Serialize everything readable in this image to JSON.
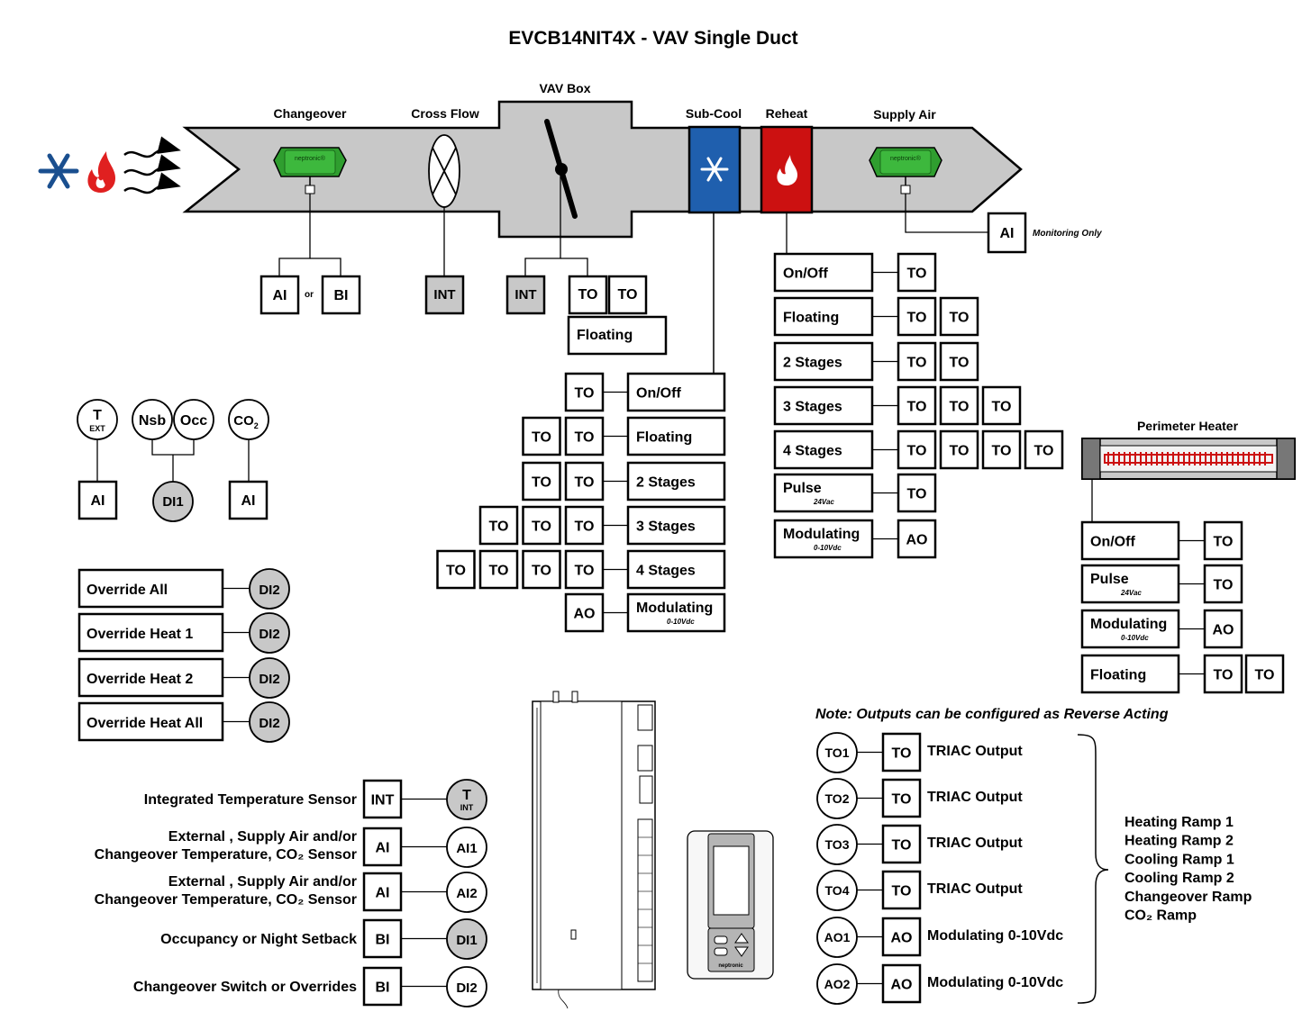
{
  "title": "EVCB14NIT4X - VAV Single Duct",
  "duct": {
    "vav_box": "VAV Box",
    "changeover": "Changeover",
    "cross_flow": "Cross Flow",
    "sub_cool": "Sub-Cool",
    "reheat": "Reheat",
    "supply_air": "Supply Air",
    "monitoring_only": "Monitoring Only",
    "sensor_brand": "neptronic®"
  },
  "changeover_io": {
    "ai": "AI",
    "or": "or",
    "bi": "BI"
  },
  "crossflow_io": {
    "int": "INT"
  },
  "damper_io": {
    "int": "INT",
    "to1": "TO",
    "to2": "TO",
    "floating": "Floating"
  },
  "supply_io": {
    "ai": "AI"
  },
  "subcool_options": [
    {
      "label": "On/Off",
      "sub": "",
      "outputs": [
        "TO"
      ]
    },
    {
      "label": "Floating",
      "sub": "",
      "outputs": [
        "TO",
        "TO"
      ]
    },
    {
      "label": "2 Stages",
      "sub": "",
      "outputs": [
        "TO",
        "TO"
      ]
    },
    {
      "label": "3 Stages",
      "sub": "",
      "outputs": [
        "TO",
        "TO",
        "TO"
      ]
    },
    {
      "label": "4 Stages",
      "sub": "",
      "outputs": [
        "TO",
        "TO",
        "TO",
        "TO"
      ]
    },
    {
      "label": "Modulating",
      "sub": "0-10Vdc",
      "outputs": [
        "AO"
      ]
    }
  ],
  "reheat_options": [
    {
      "label": "On/Off",
      "sub": "",
      "outputs": [
        "TO"
      ]
    },
    {
      "label": "Floating",
      "sub": "",
      "outputs": [
        "TO",
        "TO"
      ]
    },
    {
      "label": "2 Stages",
      "sub": "",
      "outputs": [
        "TO",
        "TO"
      ]
    },
    {
      "label": "3 Stages",
      "sub": "",
      "outputs": [
        "TO",
        "TO",
        "TO"
      ]
    },
    {
      "label": "4 Stages",
      "sub": "",
      "outputs": [
        "TO",
        "TO",
        "TO",
        "TO"
      ]
    },
    {
      "label": "Pulse",
      "sub": "24Vac",
      "outputs": [
        "TO"
      ]
    },
    {
      "label": "Modulating",
      "sub": "0-10Vdc",
      "outputs": [
        "AO"
      ]
    }
  ],
  "perimeter": {
    "title": "Perimeter Heater",
    "options": [
      {
        "label": "On/Off",
        "sub": "",
        "outputs": [
          "TO"
        ]
      },
      {
        "label": "Pulse",
        "sub": "24Vac",
        "outputs": [
          "TO"
        ]
      },
      {
        "label": "Modulating",
        "sub": "0-10Vdc",
        "outputs": [
          "AO"
        ]
      },
      {
        "label": "Floating",
        "sub": "",
        "outputs": [
          "TO",
          "TO"
        ]
      }
    ]
  },
  "sensors": {
    "t_ext": "T",
    "t_ext_sub": "EXT",
    "nsb": "Nsb",
    "occ": "Occ",
    "co2": "CO",
    "co2_sub": "2",
    "ai1": "AI",
    "di1": "DI1",
    "ai2": "AI"
  },
  "overrides": [
    {
      "label": "Override All",
      "input": "DI2"
    },
    {
      "label": "Override Heat 1",
      "input": "DI2"
    },
    {
      "label": "Override Heat 2",
      "input": "DI2"
    },
    {
      "label": "Override Heat All",
      "input": "DI2"
    }
  ],
  "inputs": [
    {
      "lines": [
        "Integrated Temperature Sensor"
      ],
      "type": "INT",
      "terminal": "T",
      "terminal_sub": "INT",
      "grey": true
    },
    {
      "lines": [
        "External , Supply Air and/or",
        "Changeover Temperature, CO₂ Sensor"
      ],
      "type": "AI",
      "terminal": "AI1",
      "terminal_sub": "",
      "grey": false
    },
    {
      "lines": [
        "External , Supply Air and/or",
        "Changeover Temperature, CO₂ Sensor"
      ],
      "type": "AI",
      "terminal": "AI2",
      "terminal_sub": "",
      "grey": false
    },
    {
      "lines": [
        "Occupancy or Night Setback"
      ],
      "type": "BI",
      "terminal": "DI1",
      "terminal_sub": "",
      "grey": true
    },
    {
      "lines": [
        "Changeover Switch or Overrides"
      ],
      "type": "BI",
      "terminal": "DI2",
      "terminal_sub": "",
      "grey": false
    }
  ],
  "note": "Note: Outputs can be configured as Reverse Acting",
  "outputs": [
    {
      "terminal": "TO1",
      "type": "TO",
      "desc": "TRIAC Output"
    },
    {
      "terminal": "TO2",
      "type": "TO",
      "desc": "TRIAC Output"
    },
    {
      "terminal": "TO3",
      "type": "TO",
      "desc": "TRIAC Output"
    },
    {
      "terminal": "TO4",
      "type": "TO",
      "desc": "TRIAC Output"
    },
    {
      "terminal": "AO1",
      "type": "AO",
      "desc": "Modulating 0-10Vdc"
    },
    {
      "terminal": "AO2",
      "type": "AO",
      "desc": "Modulating 0-10Vdc"
    }
  ],
  "ramps": [
    "Heating Ramp 1",
    "Heating Ramp 2",
    "Cooling Ramp 1",
    "Cooling Ramp 2",
    "Changeover Ramp",
    "CO₂ Ramp"
  ],
  "thermostat_brand": "neptronic",
  "colors": {
    "duct": "#c8c8c8",
    "cool": "#1f5fae",
    "heat": "#cc1111",
    "sensor": "#2f9e2f",
    "grey_terminal": "#c8c8c8",
    "snow_icon": "#1a4f8f",
    "flame_icon": "#e02020"
  }
}
